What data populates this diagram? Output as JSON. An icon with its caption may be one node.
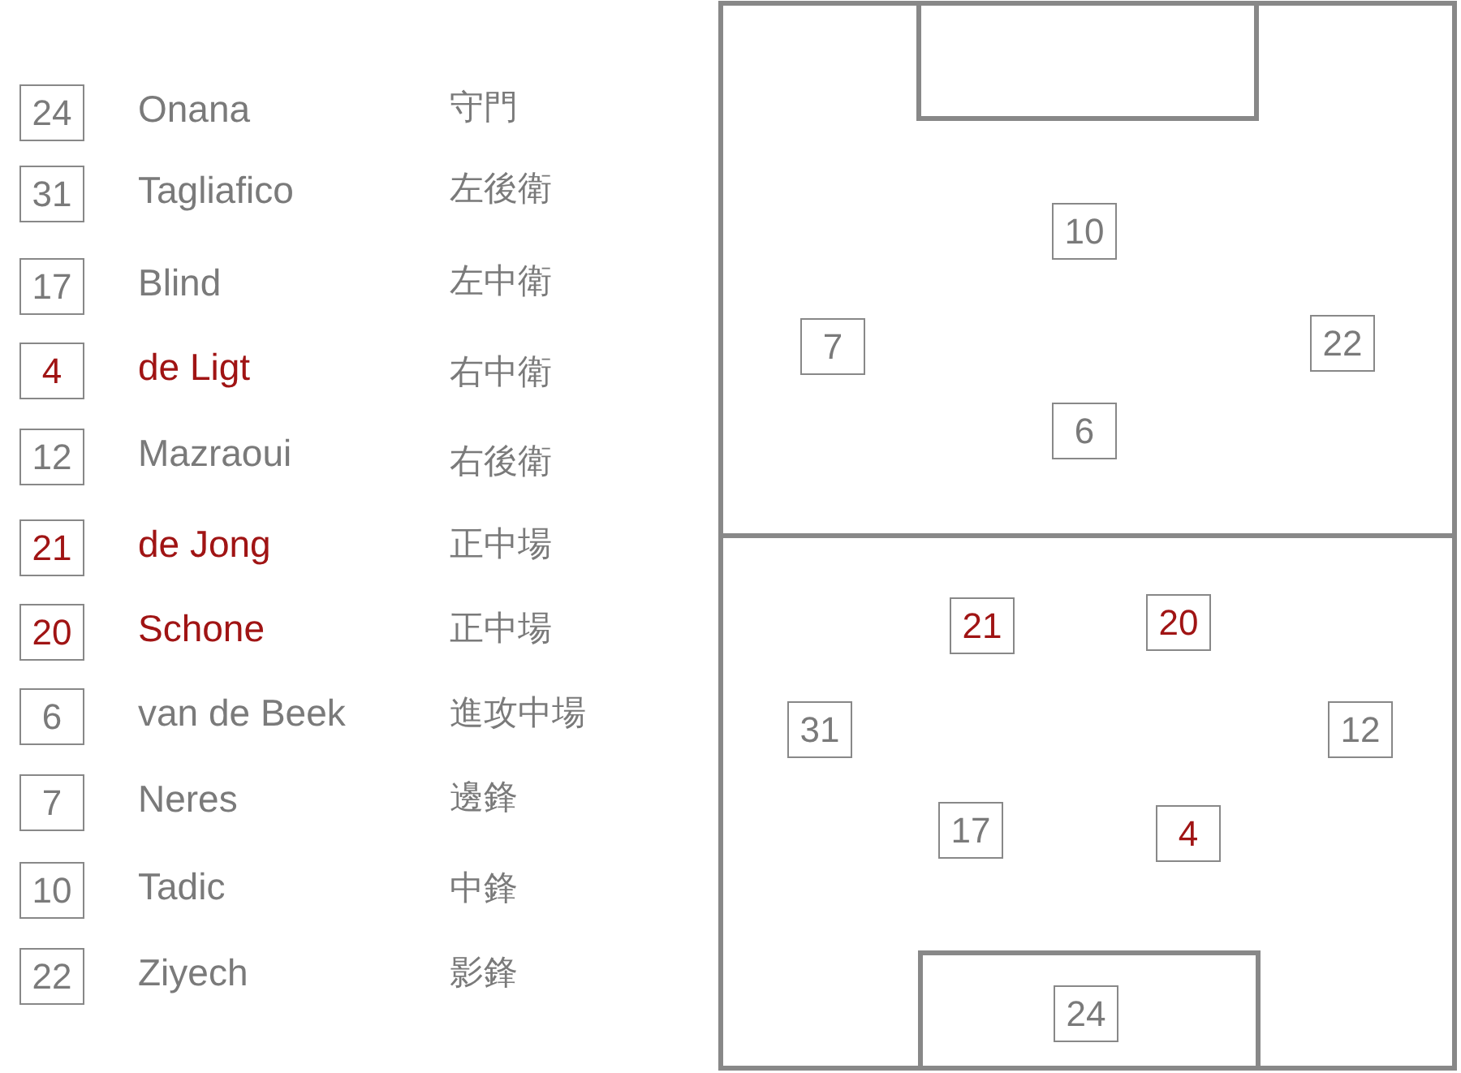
{
  "diagram": {
    "nodes": [
      {
        "text": [
          "24"
        ],
        "beside": [
          "Onana"
        ]
      },
      {
        "text": [
          "31"
        ],
        "beside": [
          "Tagliafico"
        ]
      },
      {
        "text": [
          "17"
        ],
        "beside": [
          "Blind"
        ]
      },
      {
        "text": [
          "4"
        ],
        "beside": [
          "de Ligt"
        ]
      },
      {
        "text": [
          "12"
        ],
        "beside": [
          "Mazraoui"
        ]
      },
      {
        "text": [
          "21"
        ],
        "beside": [
          "de Jong"
        ]
      },
      {
        "text": [
          "20"
        ],
        "beside": [
          "Schone"
        ]
      },
      {
        "text": [
          "6"
        ],
        "beside": [
          "van de Beek"
        ]
      },
      {
        "text": [
          "7"
        ],
        "beside": [
          "Neres"
        ]
      },
      {
        "text": [
          "10"
        ],
        "beside": [
          "Tadic"
        ]
      },
      {
        "text": [
          "22"
        ],
        "beside": [
          "Ziyech"
        ]
      },
      {
        "text": [
          "10"
        ]
      },
      {
        "text": [
          "7"
        ]
      },
      {
        "text": [
          "22"
        ]
      },
      {
        "text": [
          "6"
        ]
      },
      {
        "text": [
          "21"
        ]
      },
      {
        "text": [
          "20"
        ]
      },
      {
        "text": [
          "31"
        ]
      },
      {
        "text": [
          "12"
        ]
      },
      {
        "text": [
          "17"
        ]
      },
      {
        "text": [
          "4"
        ]
      },
      {
        "text": [
          "24"
        ]
      }
    ],
    "labels": [
      "守門",
      "左後衛",
      "左中衛",
      "右中衛",
      "右後衛",
      "正中場",
      "正中場",
      "進攻中場",
      "邊鋒",
      "中鋒",
      "影鋒"
    ]
  }
}
